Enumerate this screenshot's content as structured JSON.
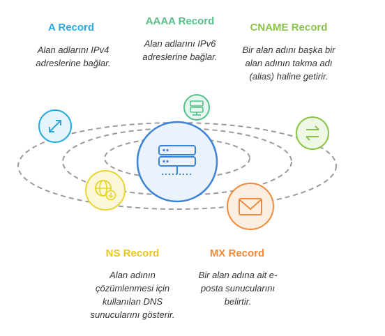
{
  "records": [
    {
      "id": "a",
      "title": "A Record",
      "description": "Alan adlarını IPv4 adreslerine bağlar.",
      "color": "#29a9dd",
      "icon": "arrows-diagonal-icon"
    },
    {
      "id": "aaaa",
      "title": "AAAA Record",
      "description": "Alan adlarını IPv6 adreslerine bağlar.",
      "color": "#57c08a",
      "icon": "server-icon"
    },
    {
      "id": "cname",
      "title": "CNAME Record",
      "description": "Bir alan adını başka bir alan adının takma adı (alias) haline getirir.",
      "color": "#8bc34a",
      "icon": "swap-arrows-icon"
    },
    {
      "id": "ns",
      "title": "NS Record",
      "description": "Alan adının çözümlenmesi için kullanılan DNS sunucularını gösterir.",
      "color": "#e8d530",
      "icon": "globe-download-icon"
    },
    {
      "id": "mx",
      "title": "MX Record",
      "description": "Bir alan adına ait e-posta sunucularını belirtir.",
      "color": "#ef8a3a",
      "icon": "mail-icon"
    }
  ],
  "center": {
    "icon": "database-server-icon",
    "color": "#3b82d8"
  }
}
